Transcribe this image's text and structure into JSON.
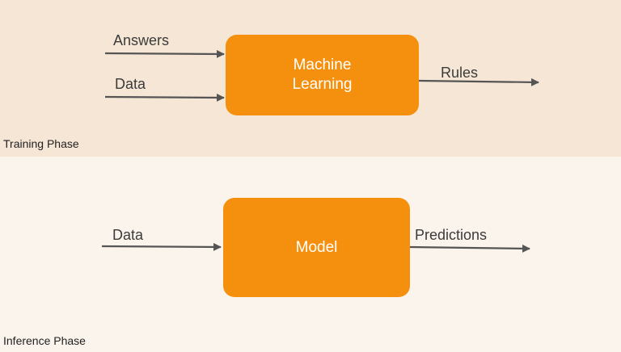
{
  "training": {
    "phase_label": "Training Phase",
    "box_line1": "Machine",
    "box_line2": "Learning",
    "input1": "Answers",
    "input2": "Data",
    "output": "Rules"
  },
  "inference": {
    "phase_label": "Inference Phase",
    "box": "Model",
    "input": "Data",
    "output": "Predictions"
  },
  "colors": {
    "box": "#f5900f",
    "training_bg": "#f6e6d5",
    "inference_bg": "#fbf4ec",
    "arrow": "#555555"
  }
}
